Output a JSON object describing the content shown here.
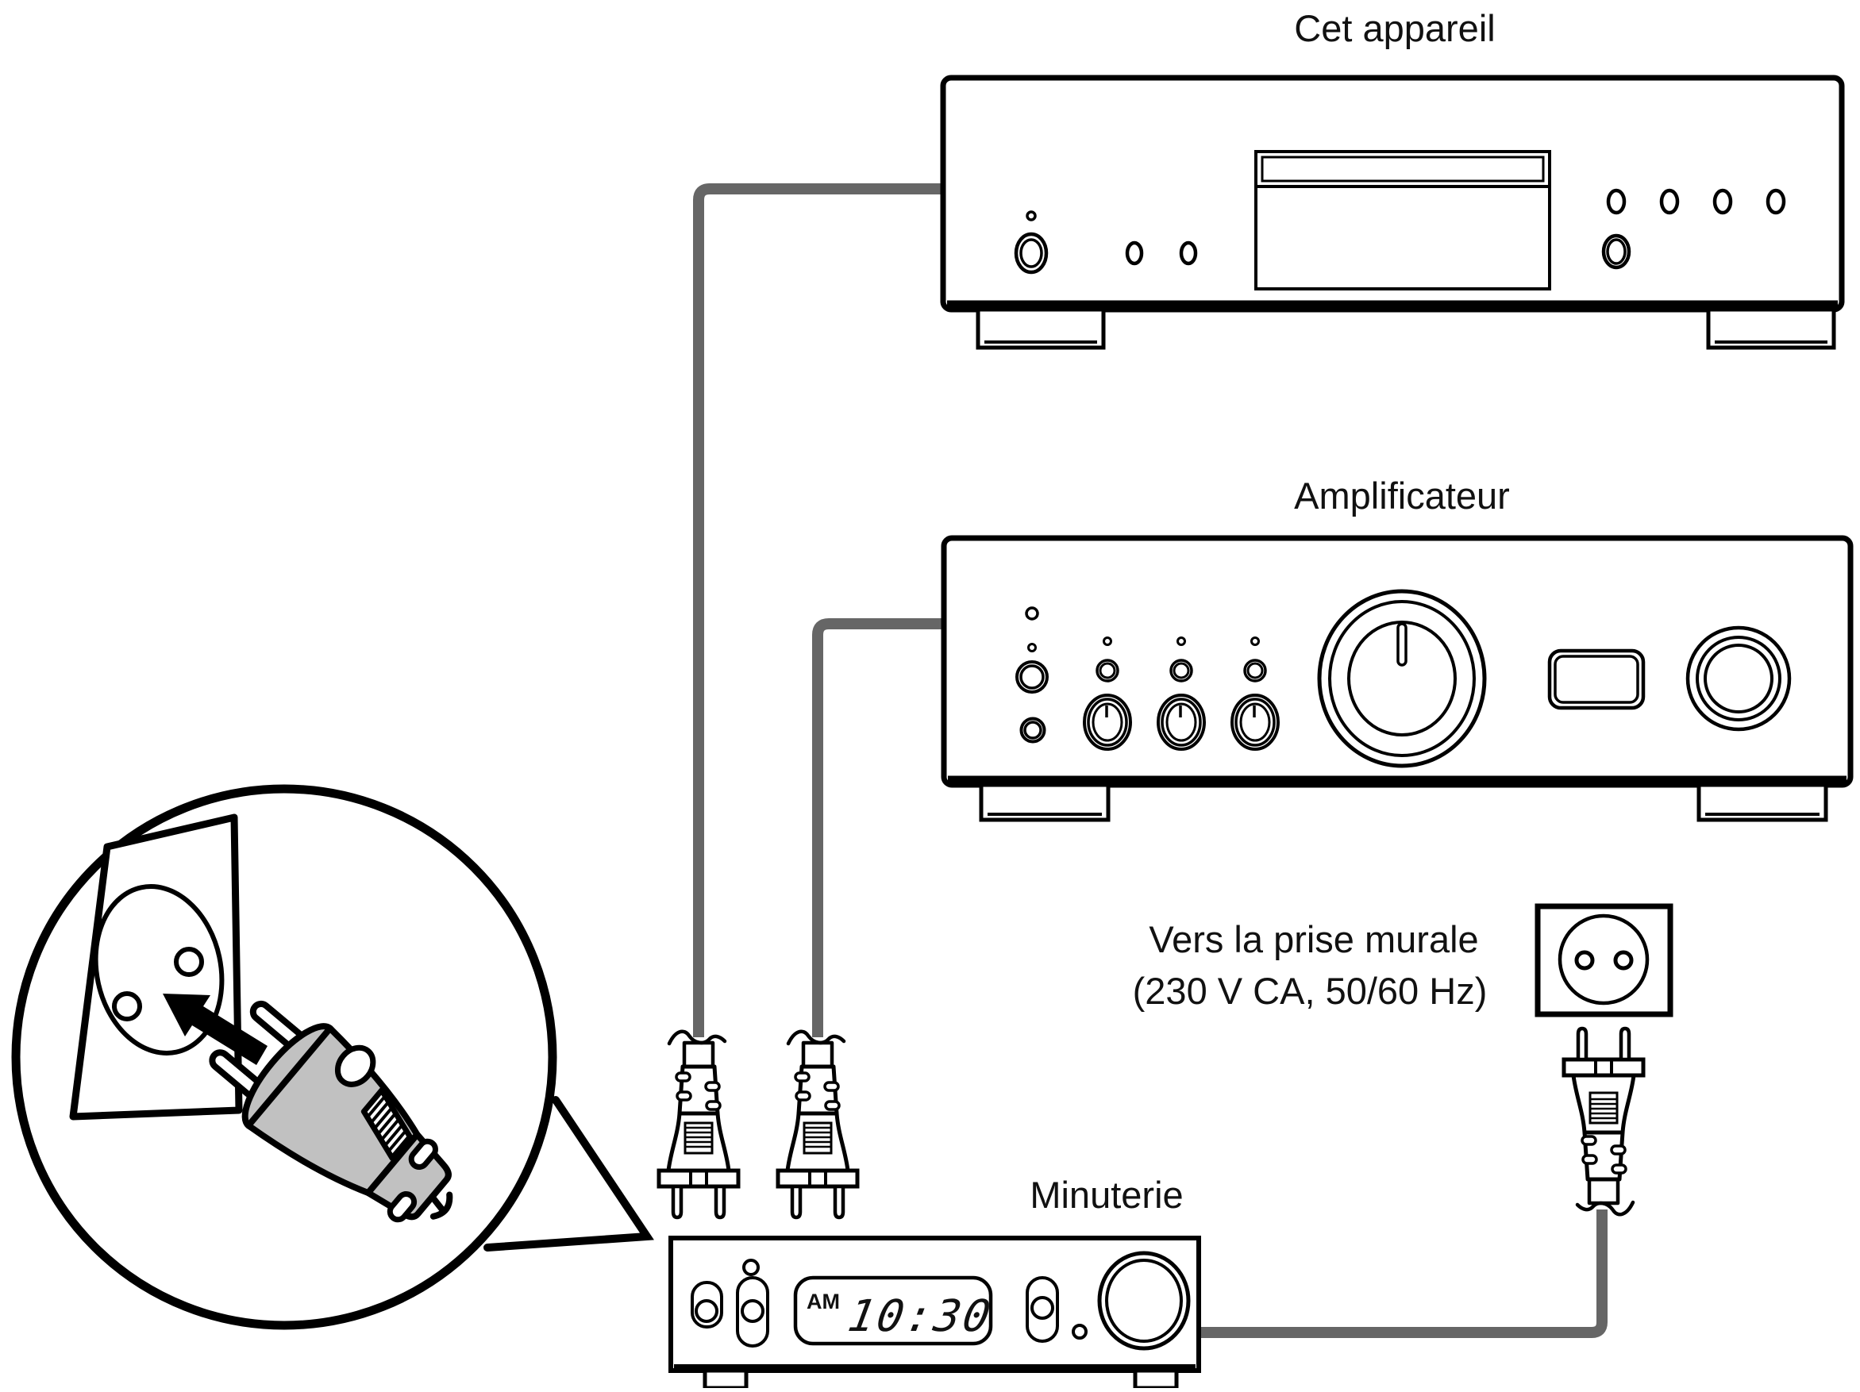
{
  "figure": {
    "type": "power-connection-diagram",
    "labels": {
      "unit": "Cet appareil",
      "amplifier": "Amplificateur",
      "timer": "Minuterie",
      "wall_outlet_line1": "Vers la prise murale",
      "wall_outlet_line2": "(230 V CA, 50/60 Hz)"
    },
    "timer_display": {
      "meridiem": "AM",
      "time": "10:30"
    },
    "colors": {
      "line": "#000000",
      "cable": "#666666",
      "plug_fill": "#c1c1c1",
      "text": "#111111",
      "background": "#ffffff"
    },
    "icons": {
      "wall_outlet": "wall-outlet-icon",
      "power_plug": "power-plug-icon",
      "euro_plug": "euro-plug-icon",
      "insert_arrow": "insert-arrow-icon",
      "callout": "zoom-callout-bubble"
    }
  }
}
